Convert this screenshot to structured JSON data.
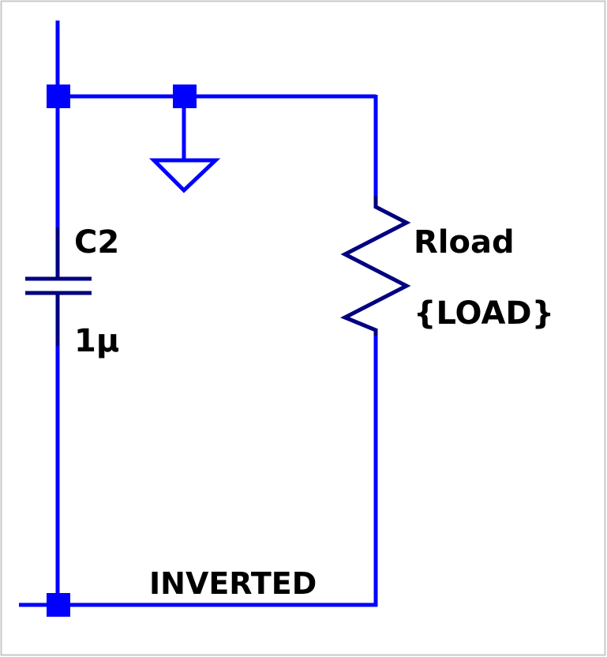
{
  "colors": {
    "wire": "#0000ff",
    "component": "#000080",
    "text": "#000000",
    "frame": "#c8c8c8",
    "background": "#ffffff"
  },
  "components": {
    "capacitor": {
      "name": "C2",
      "value": "1µ"
    },
    "resistor": {
      "name": "Rload",
      "value": "{LOAD}"
    }
  },
  "net_labels": {
    "inverted": "INVERTED"
  },
  "icons": {
    "ground": "ground-icon"
  }
}
